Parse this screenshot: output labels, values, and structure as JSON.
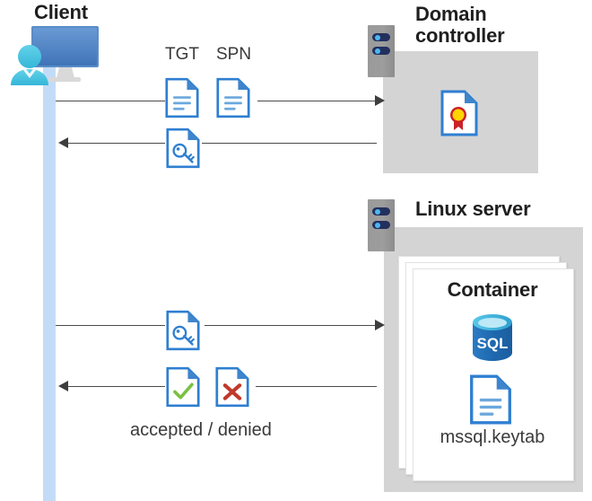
{
  "diagram": {
    "title_client": "Client",
    "actors": {
      "domain_controller": "Domain\ncontroller",
      "domain_controller_line1": "Domain",
      "domain_controller_line2": "controller",
      "linux_server": "Linux server"
    },
    "container": {
      "title": "Container",
      "db_icon_label": "SQL",
      "keytab_file": "mssql.keytab"
    },
    "messages": [
      {
        "id": "m1",
        "label_left": "TGT",
        "label_right": "SPN",
        "direction": "right",
        "icons": [
          "document-lines-icon",
          "document-lines-icon"
        ]
      },
      {
        "id": "m2",
        "label": "",
        "direction": "left",
        "icons": [
          "document-key-icon"
        ]
      },
      {
        "id": "m3",
        "label": "",
        "direction": "right",
        "icons": [
          "document-key-icon"
        ]
      },
      {
        "id": "m4",
        "label": "accepted / denied",
        "direction": "left",
        "icons": [
          "document-check-icon",
          "document-cross-icon"
        ]
      }
    ],
    "labels": {
      "tgt": "TGT",
      "spn": "SPN",
      "accepted_denied": "accepted / denied"
    },
    "colors": {
      "lifeline": "#c2dcf7",
      "host_box": "#d4d4d4",
      "doc_blue": "#2f7fd1",
      "doc_fold": "#3f85cc",
      "accent_sql": "#1f6bb0",
      "check_green": "#7ac143",
      "cross_red": "#c0392b",
      "seal_yellow": "#ffd400",
      "seal_red": "#cc2027",
      "arrow": "#3d3d3d",
      "server_body": "#9a9a9a",
      "server_bar": "#23305e",
      "server_dot": "#4db8f0",
      "monitor_blue": "#4a7ebb",
      "person_cyan": "#4ec3e0"
    }
  }
}
